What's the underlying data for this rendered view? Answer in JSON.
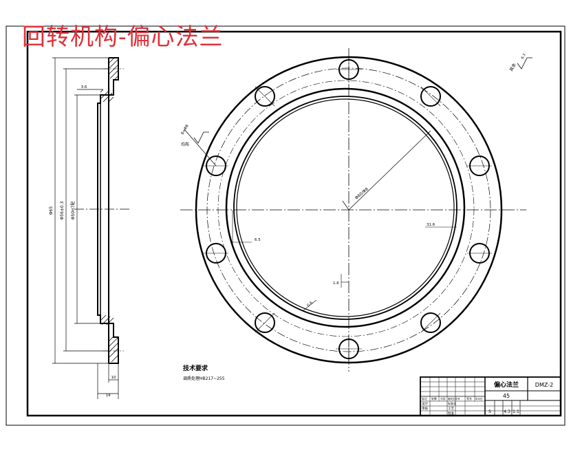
{
  "title": "回转机构-偏心法兰",
  "colors": {
    "title": "#e0303a",
    "lines": "#000000",
    "centerline": "#000000"
  },
  "side_view": {
    "dims": {
      "overall": "Φ65",
      "inner": "Φ56±0.3",
      "bore": "Φ50H7配",
      "thickness": "14",
      "hub": "10",
      "chamfer": "3.6"
    }
  },
  "front_view": {
    "labels": {
      "diameter": "Φ60/Φ8",
      "r_inner": "31.6",
      "offset_left": "6.5",
      "offset_bottom": "1.6",
      "chamfer_note": "0.6",
      "holes_note_1": "8×Φ8",
      "holes_note_2": "均布",
      "roughness_top": "其余",
      "roughness_val": "6.3"
    }
  },
  "notes": {
    "heading": "技术要求",
    "line1": "调质处理HB217~255"
  },
  "title_block": {
    "part_name": "偏心法兰",
    "material": "45",
    "drawing_no": "DMZ-2",
    "weight": "4.3",
    "scale": "1:1",
    "stage": "S",
    "rows": [
      "标记",
      "处数",
      "分区",
      "更改文件号",
      "签名",
      "年月日",
      "设计",
      "标准化",
      "审核",
      "工艺",
      "批准"
    ]
  }
}
